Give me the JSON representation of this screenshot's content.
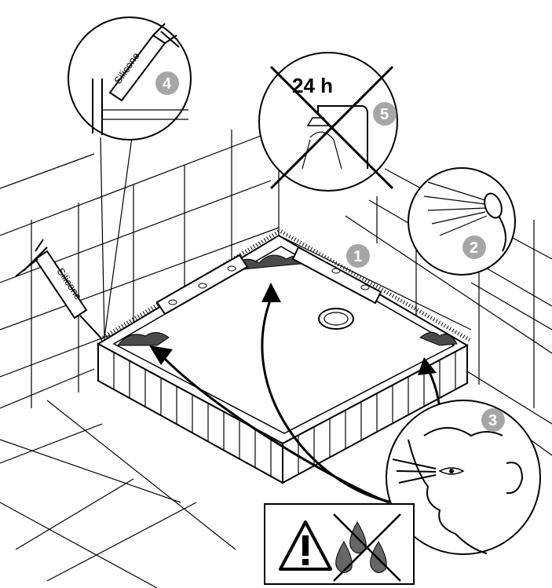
{
  "colors": {
    "line": "#000000",
    "badge": "#a6a6a6",
    "background": "#ffffff"
  },
  "callouts": {
    "silicone_detail": {
      "badge": "4",
      "tube_label": "Silicone"
    },
    "no_shower": {
      "badge": "5",
      "duration": "24 h"
    },
    "spray_test": {
      "badge": "2"
    },
    "leveling": {
      "badge": "1"
    },
    "inspection": {
      "badge": "3"
    }
  },
  "tube_label": "Silicone",
  "icons": [
    "warning-triangle-icon",
    "no-water-drops-icon",
    "shower-head-icon",
    "eye-icon",
    "spirit-level-icon",
    "silicone-tube-icon"
  ]
}
